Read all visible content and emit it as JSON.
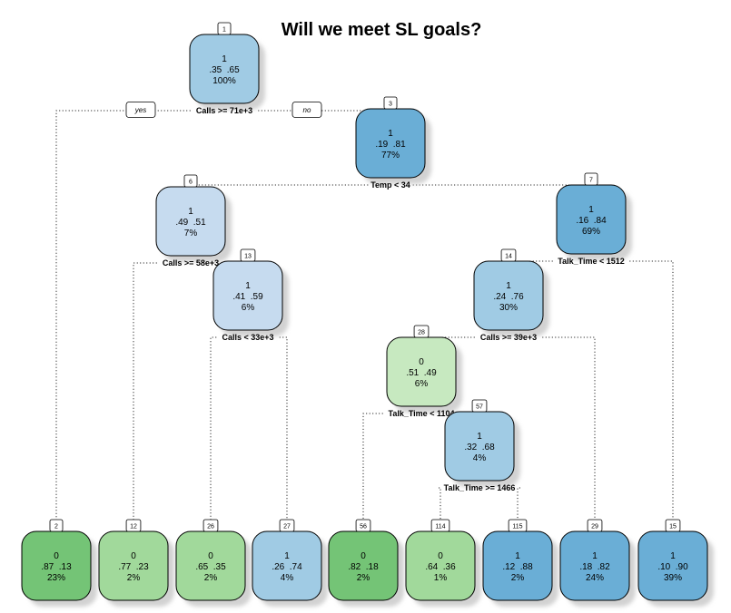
{
  "title": "Will we meet SL goals?",
  "branch_labels": {
    "yes": "yes",
    "no": "no"
  },
  "colors": {
    "blue_1": "#6aaed6",
    "blue_2": "#a0cbe4",
    "blue_3": "#c6dbef",
    "green_1": "#74c476",
    "green_2": "#a1d99b",
    "green_3": "#c7e9c0",
    "shadow": "#d2d2d2",
    "edge": "#000000"
  },
  "nodes": [
    {
      "id": "1",
      "cls": "1",
      "probs": ".35  .65",
      "pct": "100%",
      "split": "Calls >= 71e+3",
      "fill": "blue_2"
    },
    {
      "id": "3",
      "cls": "1",
      "probs": ".19  .81",
      "pct": "77%",
      "split": "Temp < 34",
      "fill": "blue_1"
    },
    {
      "id": "6",
      "cls": "1",
      "probs": ".49  .51",
      "pct": "7%",
      "split": "Calls >= 58e+3",
      "fill": "blue_3"
    },
    {
      "id": "7",
      "cls": "1",
      "probs": ".16  .84",
      "pct": "69%",
      "split": "Talk_Time < 1512",
      "fill": "blue_1"
    },
    {
      "id": "13",
      "cls": "1",
      "probs": ".41  .59",
      "pct": "6%",
      "split": "Calls < 33e+3",
      "fill": "blue_3"
    },
    {
      "id": "14",
      "cls": "1",
      "probs": ".24  .76",
      "pct": "30%",
      "split": "Calls >= 39e+3",
      "fill": "blue_2"
    },
    {
      "id": "28",
      "cls": "0",
      "probs": ".51  .49",
      "pct": "6%",
      "split": "Talk_Time < 1104",
      "fill": "green_3"
    },
    {
      "id": "57",
      "cls": "1",
      "probs": ".32  .68",
      "pct": "4%",
      "split": "Talk_Time >= 1466",
      "fill": "blue_2"
    },
    {
      "id": "2",
      "cls": "0",
      "probs": ".87  .13",
      "pct": "23%",
      "split": "",
      "fill": "green_1"
    },
    {
      "id": "12",
      "cls": "0",
      "probs": ".77  .23",
      "pct": "2%",
      "split": "",
      "fill": "green_2"
    },
    {
      "id": "26",
      "cls": "0",
      "probs": ".65  .35",
      "pct": "2%",
      "split": "",
      "fill": "green_2"
    },
    {
      "id": "27",
      "cls": "1",
      "probs": ".26  .74",
      "pct": "4%",
      "split": "",
      "fill": "blue_2"
    },
    {
      "id": "56",
      "cls": "0",
      "probs": ".82  .18",
      "pct": "2%",
      "split": "",
      "fill": "green_1"
    },
    {
      "id": "114",
      "cls": "0",
      "probs": ".64  .36",
      "pct": "1%",
      "split": "",
      "fill": "green_2"
    },
    {
      "id": "115",
      "cls": "1",
      "probs": ".12  .88",
      "pct": "2%",
      "split": "",
      "fill": "blue_1"
    },
    {
      "id": "29",
      "cls": "1",
      "probs": ".18  .82",
      "pct": "24%",
      "split": "",
      "fill": "blue_1"
    },
    {
      "id": "15",
      "cls": "1",
      "probs": ".10  .90",
      "pct": "39%",
      "split": "",
      "fill": "blue_1"
    }
  ]
}
